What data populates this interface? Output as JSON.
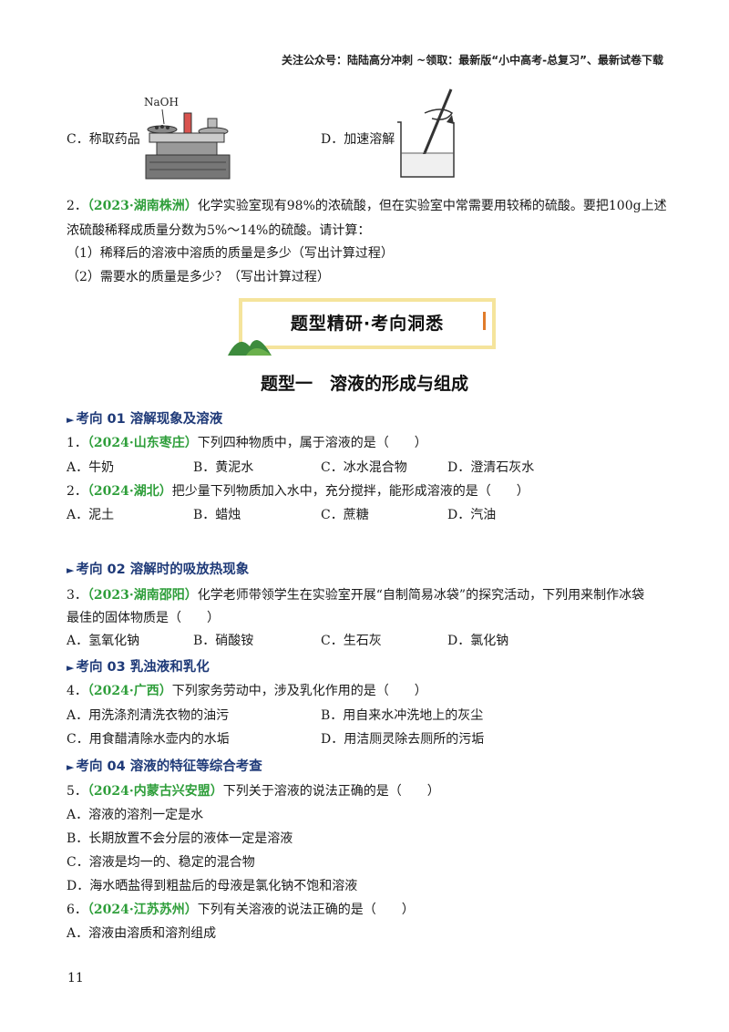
{
  "header": "关注公众号：陆陆高分冲刺 ~领取：最新版“小中高考-总复习”、最新试卷下载",
  "top_items": {
    "c_label": "C．称取药品",
    "d_label": "D．加速溶解",
    "naoh": "NaOH"
  },
  "q2": {
    "num": "2．",
    "source": "（2023·湖南株洲）",
    "line1": "化学实验室现有98%的浓硫酸，但在实验室中常需要用较稀的硫酸。要把100g上述",
    "line2": "浓硫酸稀释成质量分数为5%～14%的硫酸。请计算：",
    "sub1": "（1）稀释后的溶液中溶质的质量是多少（写出计算过程）",
    "sub2": "（2）需要水的质量是多少？（写出计算过程）"
  },
  "banner": "题型精研·考向洞悉",
  "section_title": "题型一　溶液的形成与组成",
  "kx1": {
    "title": "考向 01  溶解现象及溶液",
    "q1": {
      "num": "1．",
      "source": "（2024·山东枣庄）",
      "text": "下列四种物质中，属于溶液的是（　　）",
      "options": [
        "A．牛奶",
        "B．黄泥水",
        "C．冰水混合物",
        "D．澄清石灰水"
      ]
    },
    "q2": {
      "num": "2．",
      "source": "（2024·湖北）",
      "text": "把少量下列物质加入水中，充分搅拌，能形成溶液的是（　　）",
      "options": [
        "A．泥土",
        "B．蜡烛",
        "C．蔗糖",
        "D．汽油"
      ]
    }
  },
  "kx2": {
    "title": "考向 02  溶解时的吸放热现象",
    "q3": {
      "num": "3．",
      "source": "（2023·湖南邵阳）",
      "text": "化学老师带领学生在实验室开展“自制简易冰袋”的探究活动，下列用来制作冰袋",
      "line2": "最佳的固体物质是（　　）",
      "options": [
        "A．氢氧化钠",
        "B．硝酸铵",
        "C．生石灰",
        "D．氯化钠"
      ]
    }
  },
  "kx3": {
    "title": "考向 03  乳浊液和乳化",
    "q4": {
      "num": "4．",
      "source": "（2024·广西）",
      "text": "下列家务劳动中，涉及乳化作用的是（　　）",
      "options": [
        "A．用洗涤剂清洗衣物的油污",
        "B．用自来水冲洗地上的灰尘",
        "C．用食醋清除水壶内的水垢",
        "D．用洁厕灵除去厕所的污垢"
      ]
    }
  },
  "kx4": {
    "title": "考向 04  溶液的特征等综合考查",
    "q5": {
      "num": "5．",
      "source": "（2024·内蒙古兴安盟）",
      "text": "下列关于溶液的说法正确的是（　　）",
      "options": [
        "A．溶液的溶剂一定是水",
        "B．长期放置不会分层的液体一定是溶液",
        "C．溶液是均一的、稳定的混合物",
        "D．海水晒盐得到粗盐后的母液是氯化钠不饱和溶液"
      ]
    },
    "q6": {
      "num": "6．",
      "source": "（2024·江苏苏州）",
      "text": "下列有关溶液的说法正确的是（　　）",
      "options": [
        "A．溶液由溶质和溶剂组成"
      ]
    }
  },
  "page_number": "11"
}
